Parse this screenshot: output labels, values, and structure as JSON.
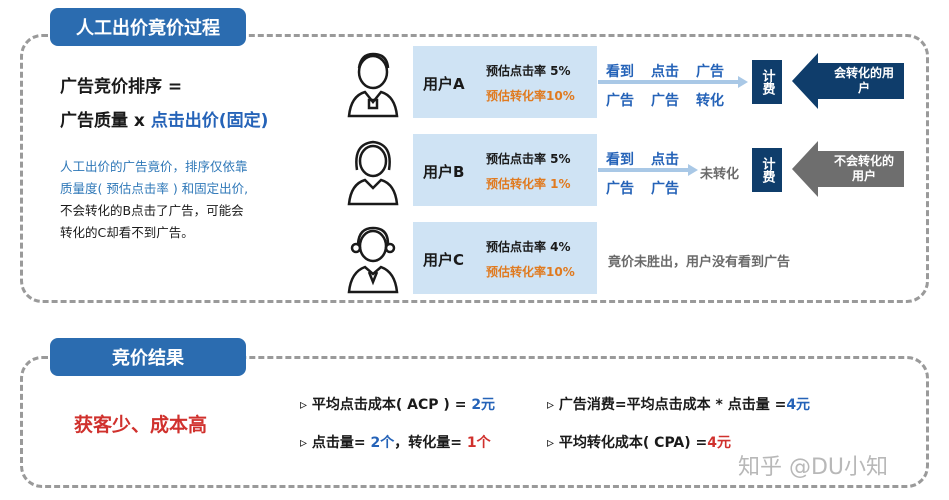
{
  "section1": {
    "title": "人工出价竟价过程",
    "formula_line1": "广告竞价排序 =",
    "formula_line2_prefix": "广告质量 x ",
    "formula_line2_highlight": "点击出价(固定)",
    "description_line1": "人工出价的广告竟价，排序仅依靠",
    "description_line2": "质量度( 预估点击率 ) 和固定出价,",
    "description_line3": "不会转化的B点击了广告，可能会",
    "description_line4": "转化的C却看不到广告。"
  },
  "users": [
    {
      "label": "用户A",
      "ctr": "预估点击率 5%",
      "cvr": "预估转化率10%",
      "flow_row1": [
        "看到",
        "点击",
        "广告"
      ],
      "flow_row2": [
        "广告",
        "广告",
        "转化"
      ],
      "charge": "计费",
      "tag": "会转化的用户"
    },
    {
      "label": "用户B",
      "ctr": "预估点击率 5%",
      "cvr": "预估转化率 1%",
      "flow_row1": [
        "看到",
        "点击"
      ],
      "flow_row2": [
        "广告",
        "广告"
      ],
      "outcome": "未转化",
      "charge": "计费",
      "tag": "不会转化的用户"
    },
    {
      "label": "用户C",
      "ctr": "预估点击率 4%",
      "cvr": "预估转化率10%",
      "outcome": "竟价未胜出，用户没有看到广告"
    }
  ],
  "section2": {
    "title": "竞价结果",
    "summary": "获客少、成本高",
    "metrics": [
      {
        "label": "平均点击成本( ACP ) = ",
        "value": "2元"
      },
      {
        "label": "点击量= ",
        "value": "2个",
        "label2": "，转化量= ",
        "value2": "1个"
      },
      {
        "label": "广告消费=平均点击成本 * 点击量 =",
        "value": "4元"
      },
      {
        "label": "平均转化成本( CPA) =",
        "value": "4元"
      }
    ]
  },
  "colors": {
    "primary_blue": "#2b6cb0",
    "navy": "#0f3d6b",
    "orange": "#e07a1f",
    "red": "#d0312d",
    "gray_tag": "#6e6e6e",
    "light_box": "#cfe3f4"
  },
  "watermark": "知乎 @DU小知"
}
